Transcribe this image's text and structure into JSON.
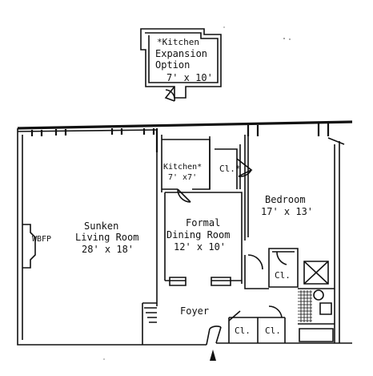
{
  "expansion": {
    "kitchen": "*Kitchen",
    "line1": "Expansion",
    "line2": "Option",
    "size": "7' x 10'"
  },
  "rooms": {
    "living_1": "Sunken",
    "living_2": "Living Room",
    "living_size": "28' x 18'",
    "wbfp": "WBFP",
    "kitchen": "Kitchen*",
    "kitchen_size": "7' x7'",
    "dining_1": "Formal",
    "dining_2": "Dining Room",
    "dining_size": "12' x 10'",
    "bedroom": "Bedroom",
    "bedroom_size": "17' x 13'",
    "closet_star": "Cl.*",
    "closet": "Cl.",
    "foyer": "Foyer"
  }
}
